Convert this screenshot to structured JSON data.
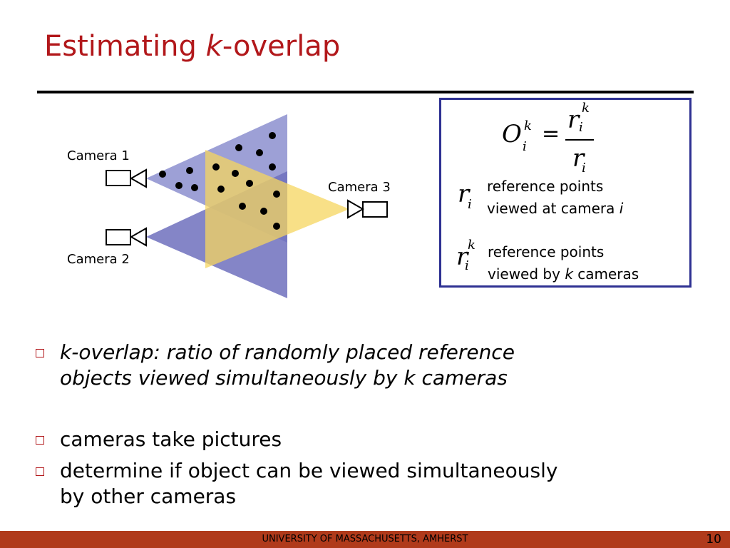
{
  "slide": {
    "title_prefix": "Estimating ",
    "title_k": "k",
    "title_suffix": "-overlap"
  },
  "diagram": {
    "camera1_label": "Camera 1",
    "camera2_label": "Camera 2",
    "camera3_label": "Camera 3",
    "colors": {
      "camera1_region": "#8c8fcf",
      "camera2_region": "#6e70bd",
      "camera3_region": "#f5d55f"
    }
  },
  "formula": {
    "lhs_base": "O",
    "lhs_sup": "k",
    "lhs_sub": "i",
    "equals": "=",
    "num_base": "r",
    "num_sup": "k",
    "num_sub": "i",
    "den_base": "r",
    "den_sub": "i",
    "def1_sym_base": "r",
    "def1_sym_sub": "i",
    "def1_line1": "reference points",
    "def1_line2_prefix": "viewed at camera ",
    "def1_line2_var": "i",
    "def2_sym_base": "r",
    "def2_sym_sup": "k",
    "def2_sym_sub": "i",
    "def2_line1": "reference points",
    "def2_line2_prefix": "viewed by ",
    "def2_line2_var": "k",
    "def2_line2_suffix": " cameras"
  },
  "bullets": [
    {
      "line1": "k-overlap: ratio of randomly placed reference",
      "line2": "objects viewed simultaneously by k cameras"
    },
    {
      "line1": "cameras take pictures"
    },
    {
      "line1": "determine if object can be viewed simultaneously",
      "line2": "by other cameras"
    }
  ],
  "footer": {
    "text": "UNIVERSITY OF MASSACHUSETTS, AMHERST",
    "page_number": "10"
  }
}
